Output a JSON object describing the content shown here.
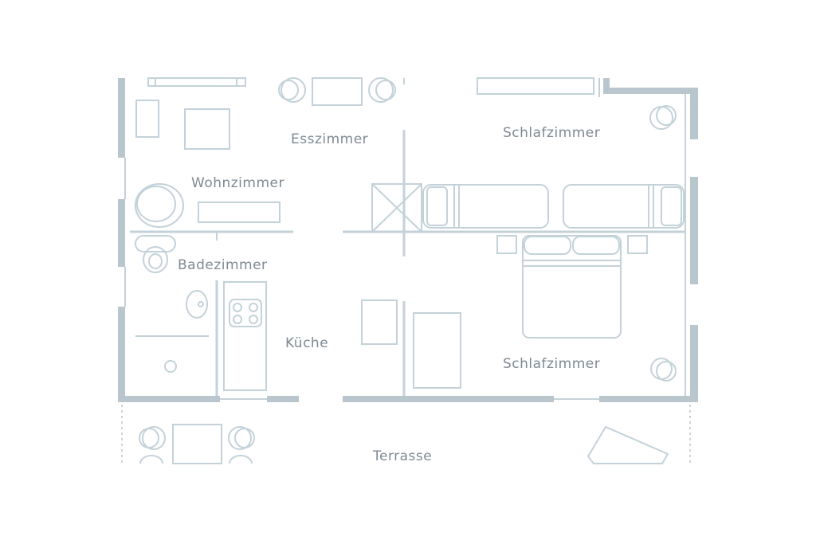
{
  "rooms": {
    "esszimmer": "Esszimmer",
    "schlafzimmer_top": "Schlafzimmer",
    "wohnzimmer": "Wohnzimmer",
    "badezimmer": "Badezimmer",
    "kueche": "Küche",
    "schlafzimmer_bottom": "Schlafzimmer",
    "terrasse": "Terrasse"
  },
  "colors": {
    "wall": "#b9c6cd",
    "furniture": "#c3d2d9",
    "label": "#7d8a92"
  }
}
